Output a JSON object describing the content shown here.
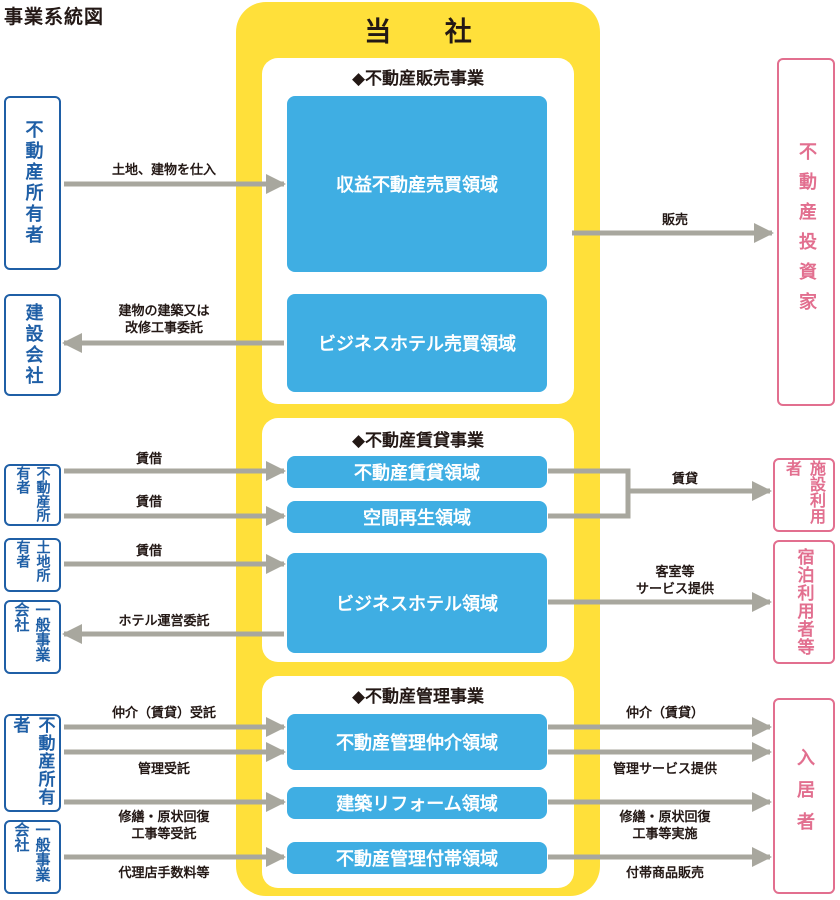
{
  "title": "事業系統図",
  "company": "当 社",
  "sections": {
    "sales": "◆不動産販売事業",
    "lease": "◆不動産賃貸事業",
    "mgmt": "◆不動産管理事業"
  },
  "domains": {
    "income": "収益不動産売買領域",
    "hotel_trade": "ビジネスホテル売買領域",
    "lease_area": "不動産賃貸領域",
    "space": "空間再生領域",
    "hotel": "ビジネスホテル領域",
    "brokerage": "不動産管理仲介領域",
    "reform": "建築リフォーム領域",
    "ancillary": "不動産管理付帯領域"
  },
  "left_entities": {
    "owner_main": "不動産所有者",
    "builder": "建設会社",
    "owner_lease": "不動産所有者",
    "land_owner": "土地所有者",
    "general_co_lease": "一般事業会社",
    "owner_mgmt": "不動産所有者",
    "general_co_mgmt": "一般事業会社"
  },
  "right_entities": {
    "investor": "不動産投資家",
    "facility_user": "施設利用者",
    "guest": "宿泊利用者等",
    "resident": "入居者"
  },
  "flows": {
    "purchase": "土地、建物を仕入",
    "construction": "建物の建築又は\n改修工事委託",
    "sale": "販売",
    "lease1": "賃借",
    "lease2": "賃借",
    "lease3": "賃借",
    "rent": "賃貸",
    "hotel_op": "ホテル運営委託",
    "room_service": "客室等\nサービス提供",
    "broker_in": "仲介（賃貸）受託",
    "mgmt_in": "管理受託",
    "repair_in": "修繕・原状回復\n工事等受託",
    "agency_fee": "代理店手数料等",
    "broker_out": "仲介（賃貸）",
    "mgmt_out": "管理サービス提供",
    "repair_out": "修繕・原状回復\n工事等実施",
    "goods": "付帯商品販売"
  },
  "colors": {
    "yellow": "#ffe03a",
    "blue": "#3faee3",
    "navy": "#1f5fa6",
    "pink": "#e26f8f",
    "arrow": "#a8a79e"
  }
}
